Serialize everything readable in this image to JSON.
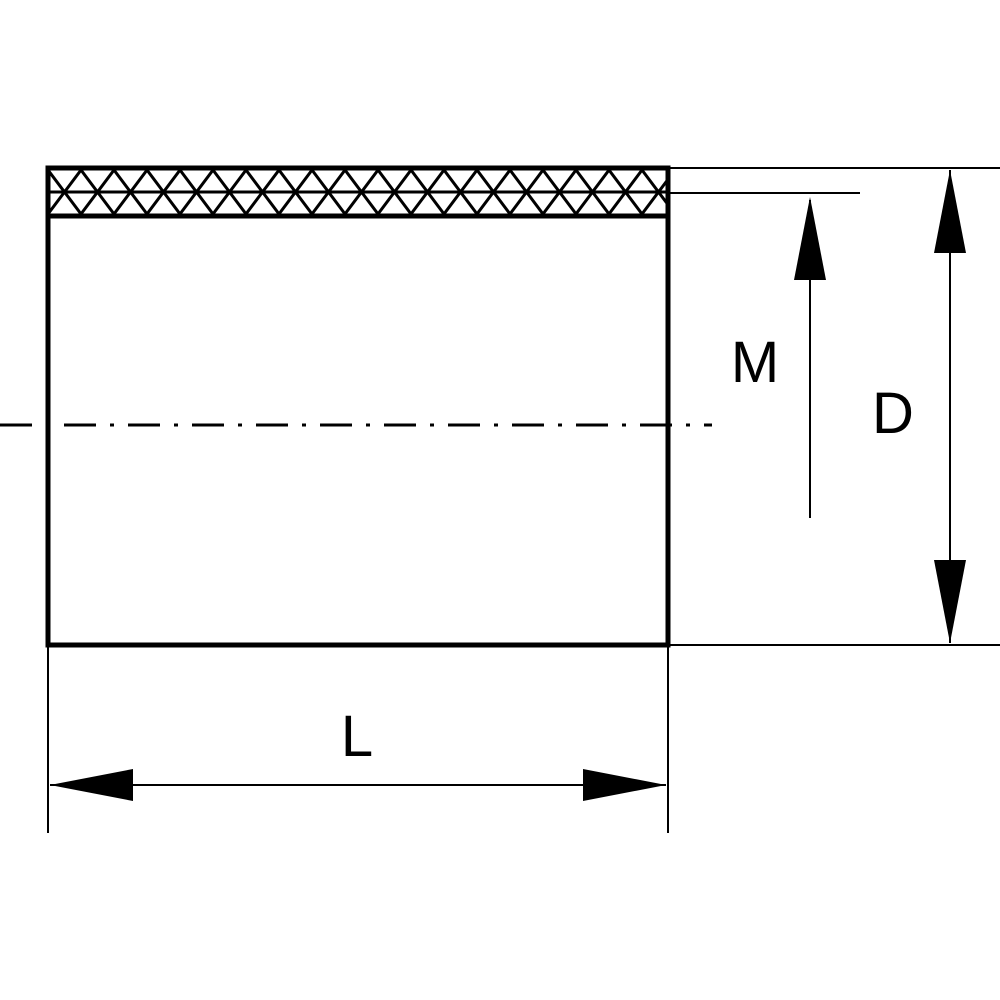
{
  "diagram": {
    "labels": {
      "length": "L",
      "inner": "M",
      "diameter": "D"
    },
    "colors": {
      "line": "#000000",
      "background": "#ffffff"
    }
  }
}
